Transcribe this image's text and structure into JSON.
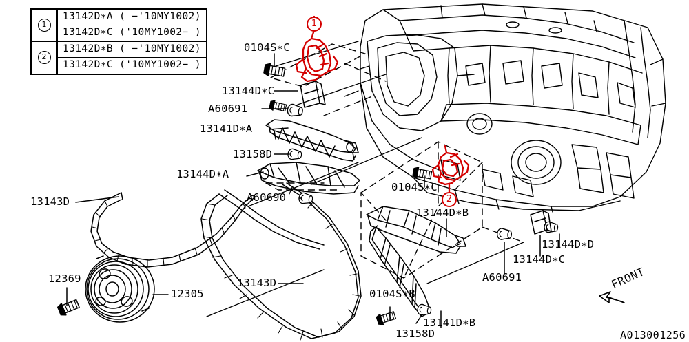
{
  "diagram": {
    "id_code": "A013001256",
    "front_marker": "FRONT",
    "accent_color": "#d40000",
    "line_color": "#000000",
    "background": "#ffffff"
  },
  "legend": {
    "rows": [
      {
        "key": "1",
        "variants": [
          "13142D∗A ( −'10MY1002)",
          "13142D∗C ('10MY1002− )"
        ]
      },
      {
        "key": "2",
        "variants": [
          "13142D∗B ( −'10MY1002)",
          "13142D∗C ('10MY1002− )"
        ]
      }
    ]
  },
  "balloons": [
    {
      "index": "1"
    },
    {
      "index": "2"
    }
  ],
  "labels": [
    {
      "id": "bolt-0104SC",
      "text": "0104S∗C"
    },
    {
      "id": "guide-13144DC-up",
      "text": "13144D∗C"
    },
    {
      "id": "pin-A60691-up",
      "text": "A60691"
    },
    {
      "id": "guide-13141DA",
      "text": "13141D∗A"
    },
    {
      "id": "bolt-13158D-up",
      "text": "13158D"
    },
    {
      "id": "guide-13144DA",
      "text": "13144D∗A"
    },
    {
      "id": "pin-A60690",
      "text": "A60690"
    },
    {
      "id": "chain-13143D-up",
      "text": "13143D"
    },
    {
      "id": "bolt-12369",
      "text": "12369"
    },
    {
      "id": "pulley-12305",
      "text": "12305"
    },
    {
      "id": "chain-13143D-low",
      "text": "13143D"
    },
    {
      "id": "bolt-0104SB",
      "text": "0104S∗B"
    },
    {
      "id": "bolt-13158D-low",
      "text": "13158D"
    },
    {
      "id": "guide-13141DB",
      "text": "13141D∗B"
    },
    {
      "id": "bolt-0104SC-low",
      "text": "0104S∗C"
    },
    {
      "id": "guide-13144DB",
      "text": "13144D∗B"
    },
    {
      "id": "pin-A60691-low",
      "text": "A60691"
    },
    {
      "id": "guide-13144DC-low",
      "text": "13144D∗C"
    },
    {
      "id": "guide-13144DD",
      "text": "13144D∗D"
    }
  ]
}
